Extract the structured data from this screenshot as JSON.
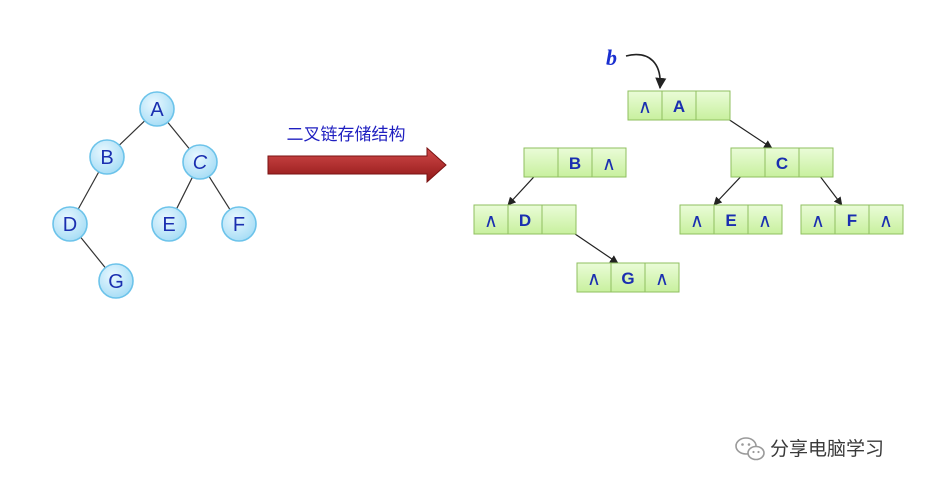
{
  "tree": {
    "nodes": [
      {
        "id": "A",
        "label": "A",
        "italic": false
      },
      {
        "id": "B",
        "label": "B",
        "italic": false
      },
      {
        "id": "C",
        "label": "C",
        "italic": true
      },
      {
        "id": "D",
        "label": "D",
        "italic": false
      },
      {
        "id": "E",
        "label": "E",
        "italic": false
      },
      {
        "id": "F",
        "label": "F",
        "italic": false
      },
      {
        "id": "G",
        "label": "G",
        "italic": false
      }
    ],
    "edges": [
      [
        "A",
        "B"
      ],
      [
        "A",
        "C"
      ],
      [
        "B",
        "D"
      ],
      [
        "C",
        "E"
      ],
      [
        "C",
        "F"
      ],
      [
        "D",
        "G"
      ]
    ]
  },
  "transform": {
    "label": "二叉链存储结构"
  },
  "linked": {
    "pointer": "b",
    "null_symbol": "∧",
    "records": [
      {
        "id": "A",
        "label": "A",
        "left": null,
        "right": "C"
      },
      {
        "id": "B",
        "label": "B",
        "left": "D",
        "right": null
      },
      {
        "id": "C",
        "label": "C",
        "left": "E",
        "right": "F"
      },
      {
        "id": "D",
        "label": "D",
        "left": null,
        "right": "G"
      },
      {
        "id": "E",
        "label": "E",
        "left": null,
        "right": null
      },
      {
        "id": "F",
        "label": "F",
        "left": null,
        "right": null
      },
      {
        "id": "G",
        "label": "G",
        "left": null,
        "right": null
      }
    ]
  },
  "watermark": {
    "text": "分享电脑学习",
    "icon": "wechat-icon"
  },
  "colors": {
    "node_fill": "#bfe9fb",
    "node_stroke": "#6cc3ea",
    "cell_fill": "#d6f7b3",
    "cell_stroke": "#8fbf5f",
    "text": "#1a2fb0",
    "arrow_red": "#b22626"
  }
}
